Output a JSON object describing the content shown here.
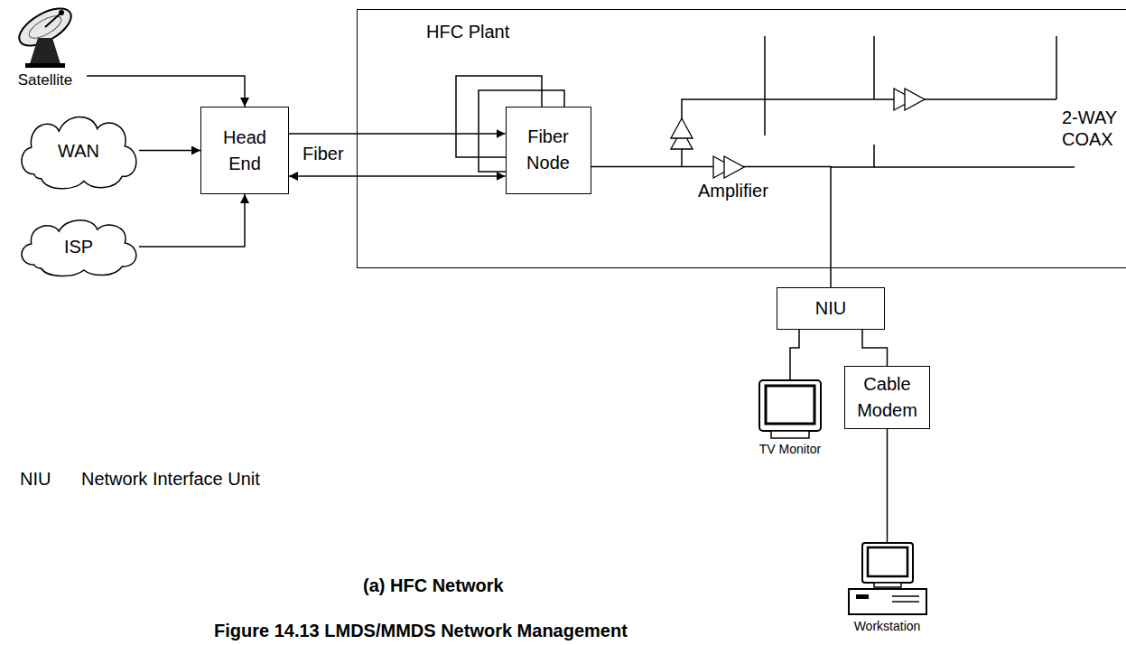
{
  "diagram": {
    "caption": "(a) HFC Network",
    "nodes": [
      {
        "text": [
          "Satellite"
        ]
      },
      {
        "text": [
          "WAN"
        ]
      },
      {
        "text": [
          "ISP"
        ]
      },
      {
        "text": [
          "Head End"
        ]
      },
      {
        "text": [
          "HFC Plant"
        ]
      },
      {
        "text": [
          "Fiber Node"
        ],
        "in": 4
      },
      {
        "text": [
          "NIU"
        ]
      },
      {
        "text": [
          "TV Monitor"
        ]
      },
      {
        "text": [
          "Cable Modem"
        ]
      },
      {
        "text": [
          "Workstation"
        ]
      }
    ],
    "edges": [
      {
        "from": 0,
        "to": 3,
        "arrow": "to"
      },
      {
        "from": 1,
        "to": 3,
        "arrow": "to"
      },
      {
        "from": 2,
        "to": 3,
        "arrow": "to"
      },
      {
        "from": 3,
        "to": 5,
        "arrow": "to"
      },
      {
        "from": 3,
        "to": 5,
        "arrow": "both"
      },
      {
        "from": 5,
        "to": 6,
        "arrow": "none"
      },
      {
        "from": 6,
        "to": 7,
        "arrow": "none"
      },
      {
        "from": 6,
        "to": 8,
        "arrow": "none"
      },
      {
        "from": 8,
        "to": 9,
        "arrow": "none"
      }
    ],
    "labels": [
      "Fiber",
      "Amplifier",
      "2-WAY COAX",
      "NIU",
      "Network Interface Unit",
      "Figure 14.13 LMDS/MMDS Network Management"
    ]
  }
}
